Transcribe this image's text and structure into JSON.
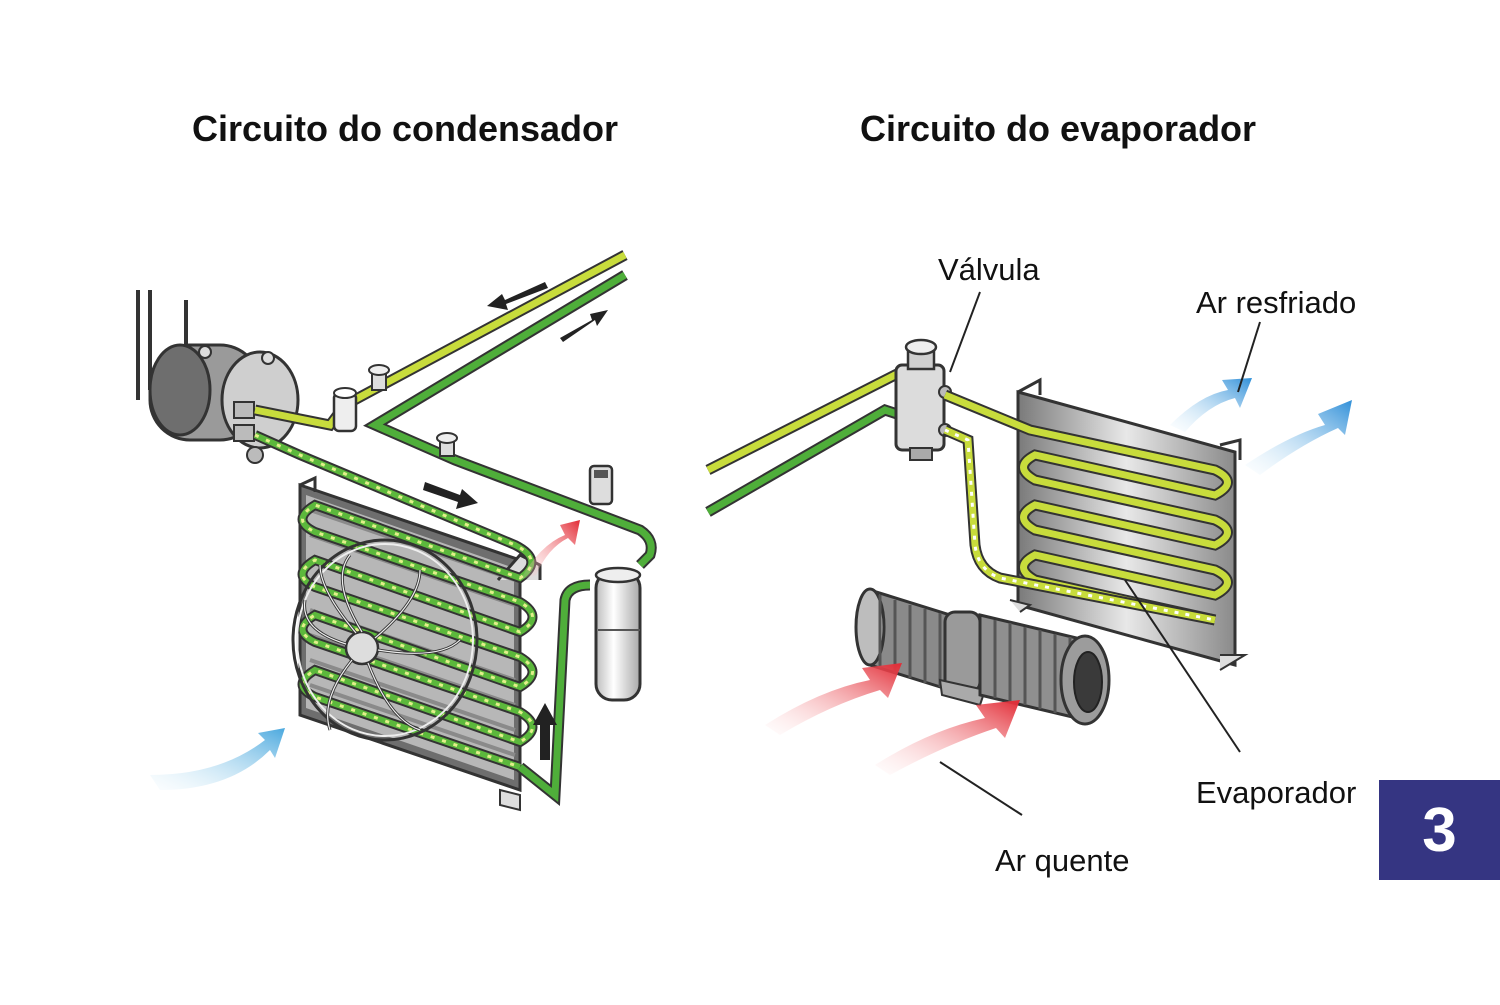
{
  "titles": {
    "condenser": "Circuito do condensador",
    "evaporator": "Circuito do evaporador"
  },
  "labels": {
    "valve": "Válvula",
    "cooled_air": "Ar resfriado",
    "evaporator": "Evaporador",
    "hot_air": "Ar quente"
  },
  "figure_number": "3",
  "colors": {
    "high_pressure_line": "#c8dc3c",
    "low_pressure_line": "#4fae3a",
    "hot_air_arrow": "#e8323a",
    "cold_air_arrow": "#3a9ee0",
    "badge_background": "#353582"
  }
}
